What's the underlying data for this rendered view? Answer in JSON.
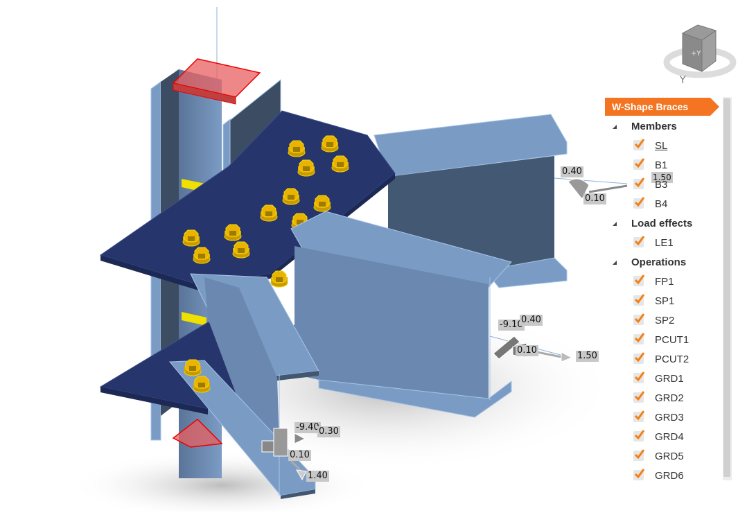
{
  "viewport": {
    "description": "3D steel connection model (column with gusset plates, W-shape braces and beams)",
    "colors": {
      "plate": "#26356b",
      "member": "#7697c1",
      "member_dark": "#425670",
      "bolt": "#e8b400",
      "weld": "#f0e000",
      "cut_highlight": "#e86060",
      "label_bg": "#c8c8c8",
      "accent": "#f47421"
    },
    "load_labels": [
      {
        "id": "b3-my",
        "value": "0.40"
      },
      {
        "id": "b3-n",
        "value": "1.50"
      },
      {
        "id": "b3-vz",
        "value": "0.10"
      },
      {
        "id": "b1-mx",
        "value": "-9.10"
      },
      {
        "id": "b1-my",
        "value": "0.40"
      },
      {
        "id": "b1-vz",
        "value": "0.10"
      },
      {
        "id": "b1-n",
        "value": "1.50"
      },
      {
        "id": "b4-mx",
        "value": "-9.40"
      },
      {
        "id": "b4-my",
        "value": "0.30"
      },
      {
        "id": "b4-vz",
        "value": "0.10"
      },
      {
        "id": "b4-n",
        "value": "1.40"
      }
    ]
  },
  "navcube": {
    "face_front": "+Y",
    "axis_label": "Y"
  },
  "panel": {
    "title": "W-Shape Braces",
    "groups": [
      {
        "label": "Members",
        "items": [
          {
            "label": "SL",
            "checked": true,
            "selected": true
          },
          {
            "label": "B1",
            "checked": true
          },
          {
            "label": "B3",
            "checked": true
          },
          {
            "label": "B4",
            "checked": true
          }
        ]
      },
      {
        "label": "Load effects",
        "items": [
          {
            "label": "LE1",
            "checked": true
          }
        ]
      },
      {
        "label": "Operations",
        "items": [
          {
            "label": "FP1",
            "checked": true
          },
          {
            "label": "SP1",
            "checked": true
          },
          {
            "label": "SP2",
            "checked": true
          },
          {
            "label": "PCUT1",
            "checked": true
          },
          {
            "label": "PCUT2",
            "checked": true
          },
          {
            "label": "GRD1",
            "checked": true
          },
          {
            "label": "GRD2",
            "checked": true
          },
          {
            "label": "GRD3",
            "checked": true
          },
          {
            "label": "GRD4",
            "checked": true
          },
          {
            "label": "GRD5",
            "checked": true
          },
          {
            "label": "GRD6",
            "checked": true
          }
        ]
      }
    ]
  }
}
